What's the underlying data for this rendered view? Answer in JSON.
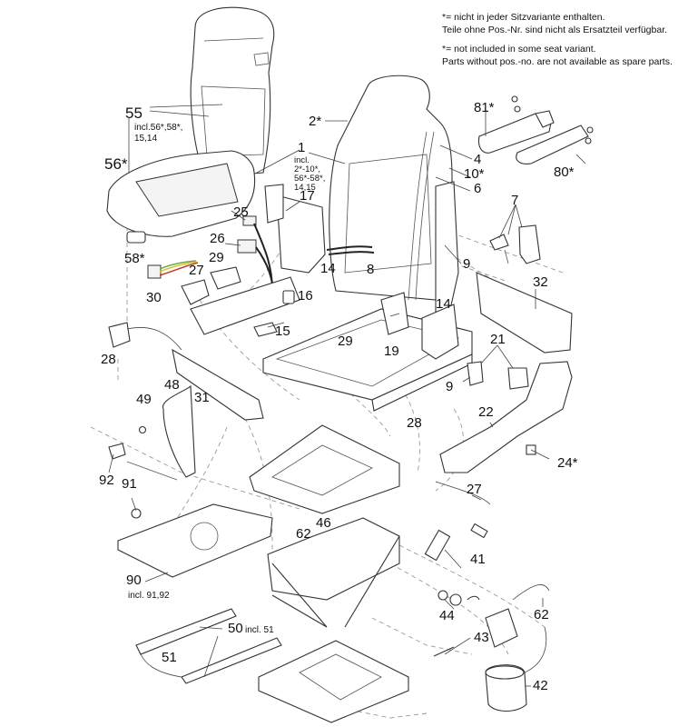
{
  "notes": {
    "de_line1": "*= nicht in jeder Sitzvariante enthalten.",
    "de_line2": "Teile ohne Pos.-Nr. sind nicht als Ersatzteil verfügbar.",
    "en_line1": "*= not included in some seat variant.",
    "en_line2": "Parts without pos.-no. are not available as spare parts."
  },
  "callouts": [
    {
      "id": "c55",
      "label": "55",
      "sub": "incl.56*,58*,\n15,14"
    },
    {
      "id": "c56",
      "label": "56*"
    },
    {
      "id": "c58",
      "label": "58*"
    },
    {
      "id": "c2",
      "label": "2*"
    },
    {
      "id": "c1",
      "label": "1",
      "sub": "incl.\n2*-10*,\n56*-58*,\n14,15"
    },
    {
      "id": "c81",
      "label": "81*"
    },
    {
      "id": "c80",
      "label": "80*"
    },
    {
      "id": "c4",
      "label": "4"
    },
    {
      "id": "c10",
      "label": "10*"
    },
    {
      "id": "c6",
      "label": "6"
    },
    {
      "id": "c7",
      "label": "7"
    },
    {
      "id": "c9a",
      "label": "9"
    },
    {
      "id": "c32",
      "label": "32"
    },
    {
      "id": "c17",
      "label": "17"
    },
    {
      "id": "c25",
      "label": "25"
    },
    {
      "id": "c26",
      "label": "26"
    },
    {
      "id": "c29a",
      "label": "29"
    },
    {
      "id": "c27a",
      "label": "27"
    },
    {
      "id": "c30",
      "label": "30"
    },
    {
      "id": "c14a",
      "label": "14"
    },
    {
      "id": "c8",
      "label": "8"
    },
    {
      "id": "c16",
      "label": "16"
    },
    {
      "id": "c15",
      "label": "15"
    },
    {
      "id": "c14b",
      "label": "14"
    },
    {
      "id": "c29b",
      "label": "29"
    },
    {
      "id": "c19",
      "label": "19"
    },
    {
      "id": "c21",
      "label": "21"
    },
    {
      "id": "c9b",
      "label": "9"
    },
    {
      "id": "c28a",
      "label": "28"
    },
    {
      "id": "c28b",
      "label": "28"
    },
    {
      "id": "c31",
      "label": "31"
    },
    {
      "id": "c48",
      "label": "48"
    },
    {
      "id": "c49",
      "label": "49"
    },
    {
      "id": "c22",
      "label": "22"
    },
    {
      "id": "c24",
      "label": "24*"
    },
    {
      "id": "c92",
      "label": "92"
    },
    {
      "id": "c91",
      "label": "91"
    },
    {
      "id": "c27b",
      "label": "27"
    },
    {
      "id": "c46",
      "label": "46"
    },
    {
      "id": "c62a",
      "label": "62"
    },
    {
      "id": "c41",
      "label": "41"
    },
    {
      "id": "c90",
      "label": "90",
      "sub": "incl. 91,92"
    },
    {
      "id": "c44",
      "label": "44"
    },
    {
      "id": "c62b",
      "label": "62"
    },
    {
      "id": "c50",
      "label": "50",
      "sub": "incl. 51"
    },
    {
      "id": "c43",
      "label": "43"
    },
    {
      "id": "c51",
      "label": "51"
    },
    {
      "id": "c42",
      "label": "42"
    }
  ],
  "colors": {
    "line": "#333333",
    "dashed_guide": "#999999",
    "wire_green": "#6fa83a",
    "wire_red": "#c0392b",
    "wire_yellow": "#d4c23a"
  }
}
